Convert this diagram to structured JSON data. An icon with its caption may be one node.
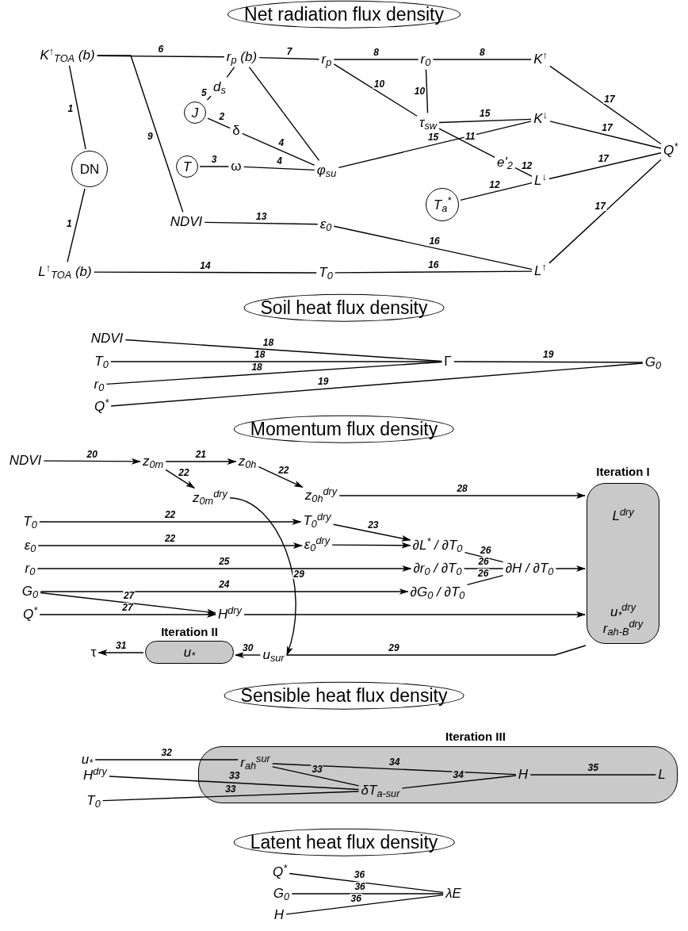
{
  "diagram": {
    "nodes": [
      {
        "text": [
          "Net radiation flux density"
        ]
      },
      {
        "text": [
          "K$^{↑}$$_{TOA}$ (b)"
        ]
      },
      {
        "text": [
          "r$_{p}$ (b)"
        ]
      },
      {
        "text": [
          "r$_{p}$"
        ]
      },
      {
        "text": [
          "r$_{0}$"
        ]
      },
      {
        "text": [
          "K$^{↑}$"
        ]
      },
      {
        "text": [
          "d$_{s}$"
        ]
      },
      {
        "text": [
          "J"
        ]
      },
      {
        "text": [
          "δ"
        ]
      },
      {
        "text": [
          "DN"
        ]
      },
      {
        "text": [
          "τ$_{sw}$"
        ]
      },
      {
        "text": [
          "K$^{↓}$"
        ]
      },
      {
        "text": [
          "T"
        ]
      },
      {
        "text": [
          "ω"
        ]
      },
      {
        "text": [
          "φ$_{su}$"
        ]
      },
      {
        "text": [
          "Q$^{*}$"
        ]
      },
      {
        "text": [
          "e'$_{2}$"
        ]
      },
      {
        "text": [
          "L$^{↓}$"
        ]
      },
      {
        "text": [
          "T$_{a}$$^{*}$"
        ]
      },
      {
        "text": [
          "NDVI"
        ]
      },
      {
        "text": [
          "ε$_{0}$"
        ]
      },
      {
        "text": [
          "L$^{↑}$$_{TOA}$ (b)"
        ]
      },
      {
        "text": [
          "T$_{0}$"
        ]
      },
      {
        "text": [
          "L$^{↑}$"
        ]
      },
      {
        "text": [
          "Soil heat flux density"
        ]
      },
      {
        "text": [
          "NDVI"
        ]
      },
      {
        "text": [
          "T$_{0}$"
        ]
      },
      {
        "text": [
          "Γ"
        ]
      },
      {
        "text": [
          "G$_{0}$"
        ]
      },
      {
        "text": [
          "r$_{0}$"
        ]
      },
      {
        "text": [
          "Q$^{*}$"
        ]
      },
      {
        "text": [
          "Momentum flux density"
        ]
      },
      {
        "text": [
          "NDVI"
        ]
      },
      {
        "text": [
          "z$_{0m}$"
        ]
      },
      {
        "text": [
          "z$_{0h}$"
        ]
      },
      {
        "text": [
          "Iteration I",
          "L$^{dry}$",
          "u$_{*}$$^{dry}$",
          "r$_{ah-B}$$^{dry}$"
        ]
      },
      {
        "text": [
          "z$_{0m}$$^{dry}$"
        ]
      },
      {
        "text": [
          "z$_{0h}$$^{dry}$"
        ]
      },
      {
        "text": [
          "T$_{0}$"
        ]
      },
      {
        "text": [
          "T$_{0}$$^{dry}$"
        ]
      },
      {
        "text": [
          "ε$_{0}$"
        ]
      },
      {
        "text": [
          "ε$_{0}$$^{dry}$"
        ]
      },
      {
        "text": [
          "∂L$^{*}$ / ∂T$_{0}$"
        ]
      },
      {
        "text": [
          "r$_{0}$"
        ]
      },
      {
        "text": [
          "∂r$_{0}$ / ∂T$_{0}$"
        ]
      },
      {
        "text": [
          "∂H / ∂T$_{0}$"
        ]
      },
      {
        "text": [
          "G$_{0}$"
        ]
      },
      {
        "text": [
          "∂G$_{0}$ / ∂T$_{0}$"
        ]
      },
      {
        "text": [
          "Q$^{*}$"
        ]
      },
      {
        "text": [
          "H$^{dry}$"
        ]
      },
      {
        "text": [
          "τ"
        ]
      },
      {
        "text": [
          "Iteration II",
          "u$_{*}$"
        ]
      },
      {
        "text": [
          "u$_{sur}$"
        ]
      },
      {
        "text": [
          "Sensible heat flux density"
        ]
      },
      {
        "text": [
          "u$_{*}$"
        ]
      },
      {
        "text": [
          "Iteration III"
        ]
      },
      {
        "text": [
          "r$_{ah}$$^{sur}$"
        ],
        "in": 55
      },
      {
        "text": [
          "H"
        ],
        "in": 55
      },
      {
        "text": [
          "L"
        ],
        "in": 55
      },
      {
        "text": [
          "H$^{dry}$"
        ]
      },
      {
        "text": [
          "δT$_{a-sur}$"
        ],
        "in": 55
      },
      {
        "text": [
          "T$_{0}$"
        ]
      },
      {
        "text": [
          "Latent heat flux density"
        ]
      },
      {
        "text": [
          "Q$^{*}$"
        ]
      },
      {
        "text": [
          "G$_{0}$"
        ]
      },
      {
        "text": [
          "λE"
        ]
      },
      {
        "text": [
          "H"
        ]
      }
    ],
    "edges": [
      {
        "from": 9,
        "to": 1,
        "arrow": "none",
        "label": "1"
      },
      {
        "from": 9,
        "to": 21,
        "arrow": "none",
        "label": "1"
      },
      {
        "from": 7,
        "to": 6,
        "arrow": "none",
        "label": "5"
      },
      {
        "from": 7,
        "to": 8,
        "arrow": "none",
        "label": "2"
      },
      {
        "from": 12,
        "to": 13,
        "arrow": "none",
        "label": "3"
      },
      {
        "from": 8,
        "to": 14,
        "arrow": "none",
        "label": "4"
      },
      {
        "from": 13,
        "to": 14,
        "arrow": "none",
        "label": "4"
      },
      {
        "from": 6,
        "to": 2,
        "arrow": "none"
      },
      {
        "from": 14,
        "to": 2,
        "arrow": "none"
      },
      {
        "from": 1,
        "to": 2,
        "arrow": "none",
        "label": "6"
      },
      {
        "from": 1,
        "to": 19,
        "arrow": "none",
        "label": "9"
      },
      {
        "from": 2,
        "to": 3,
        "arrow": "none",
        "label": "7"
      },
      {
        "from": 3,
        "to": 4,
        "arrow": "none",
        "label": "8"
      },
      {
        "from": 4,
        "to": 5,
        "arrow": "none",
        "label": "8"
      },
      {
        "from": 3,
        "to": 10,
        "arrow": "none",
        "label": "10"
      },
      {
        "from": 4,
        "to": 10,
        "arrow": "none",
        "label": "10"
      },
      {
        "from": 10,
        "to": 11,
        "arrow": "none",
        "label": "15"
      },
      {
        "from": 14,
        "to": 11,
        "arrow": "none",
        "label": "15"
      },
      {
        "from": 10,
        "to": 16,
        "arrow": "none",
        "label": "11"
      },
      {
        "from": 16,
        "to": 17,
        "arrow": "none",
        "label": "12"
      },
      {
        "from": 18,
        "to": 17,
        "arrow": "none",
        "label": "12"
      },
      {
        "from": 19,
        "to": 20,
        "arrow": "none",
        "label": "13"
      },
      {
        "from": 21,
        "to": 22,
        "arrow": "none",
        "label": "14"
      },
      {
        "from": 20,
        "to": 23,
        "arrow": "none",
        "label": "16"
      },
      {
        "from": 22,
        "to": 23,
        "arrow": "none",
        "label": "16"
      },
      {
        "from": 5,
        "to": 15,
        "arrow": "none",
        "label": "17"
      },
      {
        "from": 11,
        "to": 15,
        "arrow": "none",
        "label": "17"
      },
      {
        "from": 17,
        "to": 15,
        "arrow": "none",
        "label": "17"
      },
      {
        "from": 23,
        "to": 15,
        "arrow": "none",
        "label": "17"
      },
      {
        "from": 25,
        "to": 27,
        "arrow": "none",
        "label": "18"
      },
      {
        "from": 26,
        "to": 27,
        "arrow": "none",
        "label": "18"
      },
      {
        "from": 29,
        "to": 27,
        "arrow": "none",
        "label": "18"
      },
      {
        "from": 27,
        "to": 28,
        "arrow": "none",
        "label": "19"
      },
      {
        "from": 30,
        "to": 28,
        "arrow": "none",
        "label": "19"
      },
      {
        "from": 32,
        "to": 33,
        "arrow": "to",
        "label": "20"
      },
      {
        "from": 33,
        "to": 34,
        "arrow": "to",
        "label": "21"
      },
      {
        "from": 33,
        "to": 36,
        "arrow": "to",
        "label": "22"
      },
      {
        "from": 34,
        "to": 37,
        "arrow": "to",
        "label": "22"
      },
      {
        "from": 37,
        "to": 35,
        "arrow": "to",
        "label": "28"
      },
      {
        "from": 38,
        "to": 39,
        "arrow": "to",
        "label": "22"
      },
      {
        "from": 40,
        "to": 41,
        "arrow": "to",
        "label": "22"
      },
      {
        "from": 39,
        "to": 42,
        "arrow": "to",
        "label": "23"
      },
      {
        "from": 41,
        "to": 42,
        "arrow": "to"
      },
      {
        "from": 43,
        "to": 44,
        "arrow": "to",
        "label": "25"
      },
      {
        "from": 46,
        "to": 47,
        "arrow": "to",
        "label": "24"
      },
      {
        "from": 46,
        "to": 49,
        "arrow": "to",
        "label": "27"
      },
      {
        "from": 48,
        "to": 49,
        "arrow": "to",
        "label": "27"
      },
      {
        "from": 42,
        "to": 45,
        "arrow": "none",
        "label": "26"
      },
      {
        "from": 44,
        "to": 45,
        "arrow": "none",
        "label": "26"
      },
      {
        "from": 47,
        "to": 45,
        "arrow": "none",
        "label": "26"
      },
      {
        "from": 45,
        "to": 35,
        "arrow": "to"
      },
      {
        "from": 49,
        "to": 35,
        "arrow": "to"
      },
      {
        "from": 36,
        "to": 52,
        "arrow": "to",
        "label": "29"
      },
      {
        "from": 35,
        "to": 52,
        "arrow": "none",
        "label": "29"
      },
      {
        "from": 52,
        "to": 51,
        "arrow": "to",
        "label": "30"
      },
      {
        "from": 51,
        "to": 50,
        "arrow": "to",
        "label": "31"
      },
      {
        "from": 54,
        "to": 56,
        "arrow": "none",
        "label": "32"
      },
      {
        "from": 59,
        "to": 60,
        "arrow": "none",
        "label": "33"
      },
      {
        "from": 61,
        "to": 60,
        "arrow": "none",
        "label": "33"
      },
      {
        "from": 56,
        "to": 60,
        "arrow": "none",
        "label": "33"
      },
      {
        "from": 56,
        "to": 57,
        "arrow": "none",
        "label": "34"
      },
      {
        "from": 60,
        "to": 57,
        "arrow": "none",
        "label": "34"
      },
      {
        "from": 57,
        "to": 58,
        "arrow": "none",
        "label": "35"
      },
      {
        "from": 63,
        "to": 65,
        "arrow": "none",
        "label": "36"
      },
      {
        "from": 64,
        "to": 65,
        "arrow": "none",
        "label": "36"
      },
      {
        "from": 66,
        "to": 65,
        "arrow": "none",
        "label": "36"
      }
    ]
  }
}
